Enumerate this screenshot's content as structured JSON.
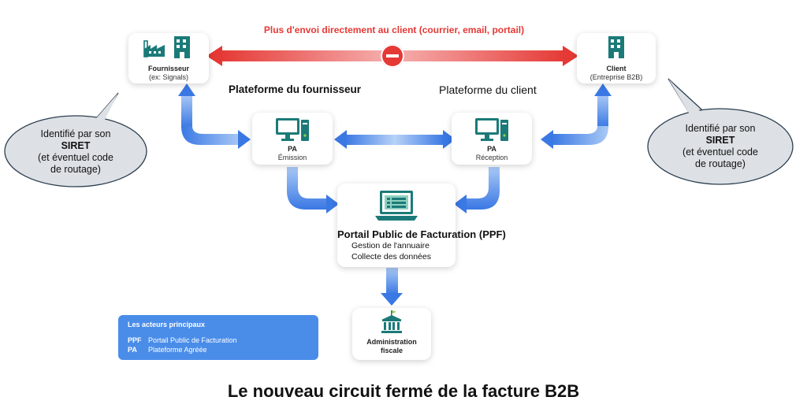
{
  "top_banner": {
    "text": "Plus d'envoi directement au client (courrier, email, portail)"
  },
  "nodes": {
    "fournisseur": {
      "title": "Fournisseur",
      "subtitle": "(ex: Signals)"
    },
    "client": {
      "title": "Client",
      "subtitle": "(Entreprise B2B)"
    },
    "pa_emission": {
      "title": "PA",
      "subtitle": "Émission"
    },
    "pa_reception": {
      "title": "PA",
      "subtitle": "Réception"
    },
    "ppf": {
      "title": "Portail Public de Facturation (PPF)",
      "line1": "Gestion de l'annuaire",
      "line2": "Collecte des données"
    },
    "administration": {
      "line1": "Administration",
      "line2": "fiscale"
    }
  },
  "headings": {
    "fournisseur_platform": "Plateforme du fournisseur",
    "client_platform": "Plateforme du client"
  },
  "bubbles": {
    "left": {
      "line1": "Identifié par son",
      "line2": "SIRET",
      "line3": "(et éventuel code",
      "line4": "de routage)"
    },
    "right": {
      "line1": "Identifié par son",
      "line2": "SIRET",
      "line3": "(et éventuel code",
      "line4": "de routage)"
    }
  },
  "legend": {
    "title": "Les acteurs principaux",
    "items": [
      {
        "abbr": "PPF",
        "text": "Portail Public de Facturation"
      },
      {
        "abbr": "PA",
        "text": "Plateforme Agréée"
      }
    ]
  },
  "footer_title": "Le nouveau circuit fermé de la facture B2B",
  "colors": {
    "red": "#e53935",
    "blue": "#3f7fe6",
    "teal": "#1b7a78",
    "legend_bg": "#4a8de9"
  }
}
